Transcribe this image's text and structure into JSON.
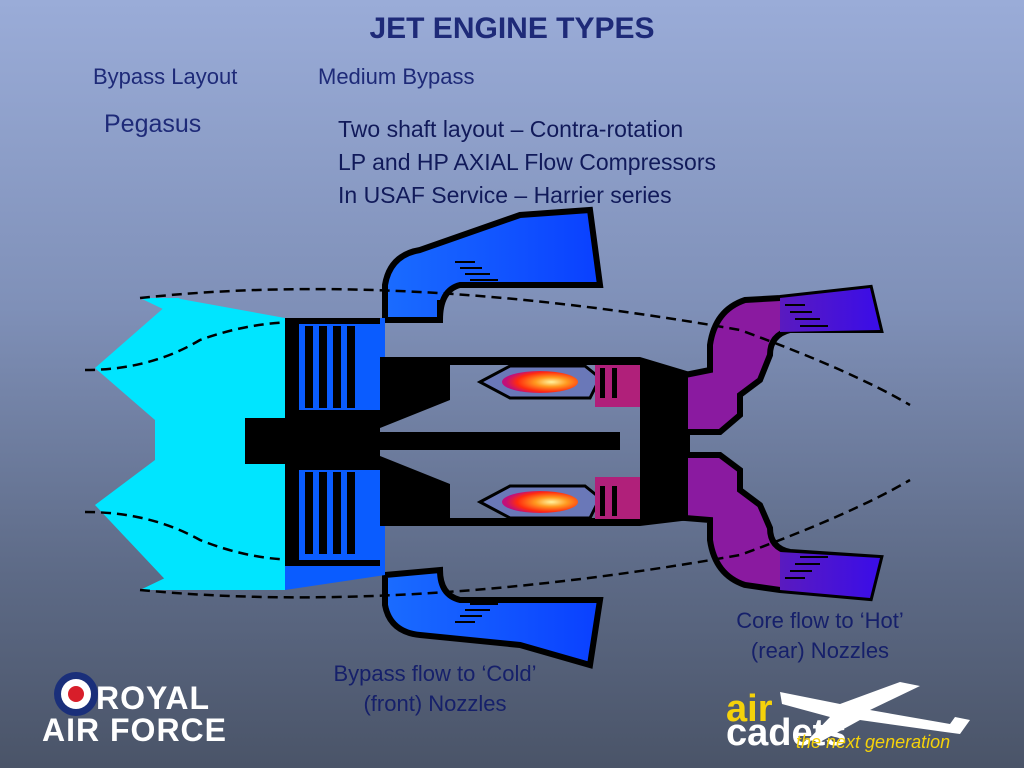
{
  "title": "JET ENGINE TYPES",
  "labels": {
    "bypass_layout": "Bypass Layout",
    "medium_bypass": "Medium Bypass",
    "engine_name": "Pegasus"
  },
  "specs": [
    "Two shaft layout – Contra-rotation",
    "LP and HP AXIAL Flow Compressors",
    "In USAF Service – Harrier series"
  ],
  "captions": {
    "core_line1": "Core flow to ‘Hot’",
    "core_line2": "(rear) Nozzles",
    "bypass_line1": "Bypass flow to ‘Cold’",
    "bypass_line2": "(front) Nozzles"
  },
  "logos": {
    "raf_line1": "ROYAL",
    "raf_line2": "AIR FORCE",
    "cadets_air": "air",
    "cadets_word": "cadets",
    "cadets_tagline": "the next generation"
  },
  "colors": {
    "intake": "#00e5ff",
    "bypass": "#0a5cff",
    "core": "#8a1aa0",
    "hot_nozzle": "#6a0dd0",
    "shaft": "#000000",
    "flame": "#ff5a00",
    "raf_red": "#d81e2a",
    "raf_blue": "#1a2f7a",
    "cadets_yellow": "#f5d20a"
  }
}
